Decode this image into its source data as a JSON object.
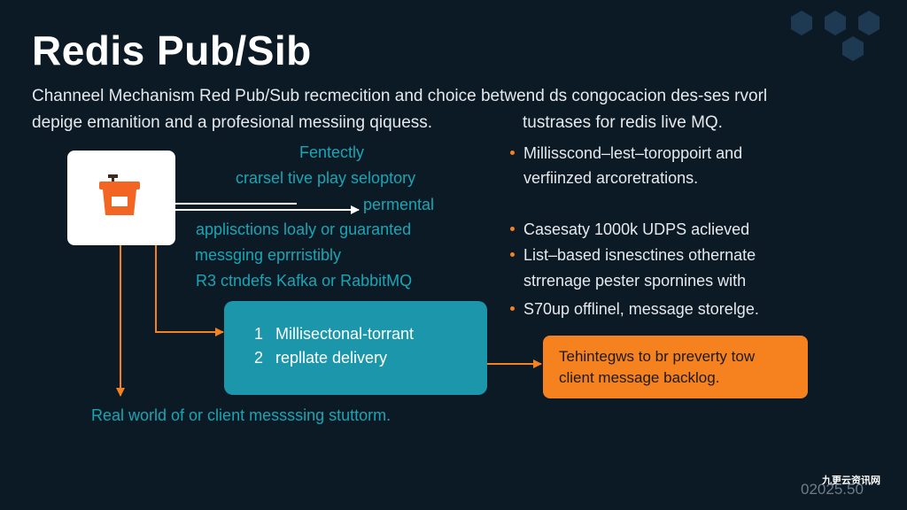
{
  "title": "Redis  Pub/Sib",
  "intro": {
    "line1": "Channeel Mechanism Red Pub/Sub recmecition and choice betwend ds congocacion des-ses rvorl",
    "line2_left": "depige emanition  and a profesional messiing qiquess.",
    "line2_right": "tustrases for redis live MQ."
  },
  "teal_notes": [
    "Fentectly",
    "crarsel tive play seloptory",
    "permental",
    "applisctions loaly or guaranted",
    "messging eprrristibly",
    "R3  ctndefs Kafka  or  RabbitMQ"
  ],
  "teal_box": {
    "items": [
      {
        "num": "1",
        "text": "Millisectonal-torrant"
      },
      {
        "num": "2",
        "text": "repllate delivery"
      }
    ]
  },
  "orange_box": {
    "line1": "Tehintegws to br preverty tow",
    "line2": "client message backlog."
  },
  "bullets": [
    {
      "line1": "Millisscond–lest–toroppoirt and",
      "line2": "verfiinzed arcoretrations."
    },
    {
      "line1": "Casesaty 1000k UDPS aclieved",
      "line2": ""
    },
    {
      "line1": "List–based isnesctines othernate",
      "line2": "strrenage pester spornines with"
    },
    {
      "line1": "S70up offlinel, message storelge.",
      "line2": ""
    }
  ],
  "footer": "Real world of or client messssing stuttorm.",
  "watermark": "九更云资讯网",
  "date": "02025.50",
  "colors": {
    "background": "#0c1a26",
    "teal": "#19a6b4",
    "teal_box": "#1b96ab",
    "orange": "#f5811f",
    "hexagon": "#1e3a52"
  },
  "icons": {
    "card_icon": "basket-icon"
  }
}
